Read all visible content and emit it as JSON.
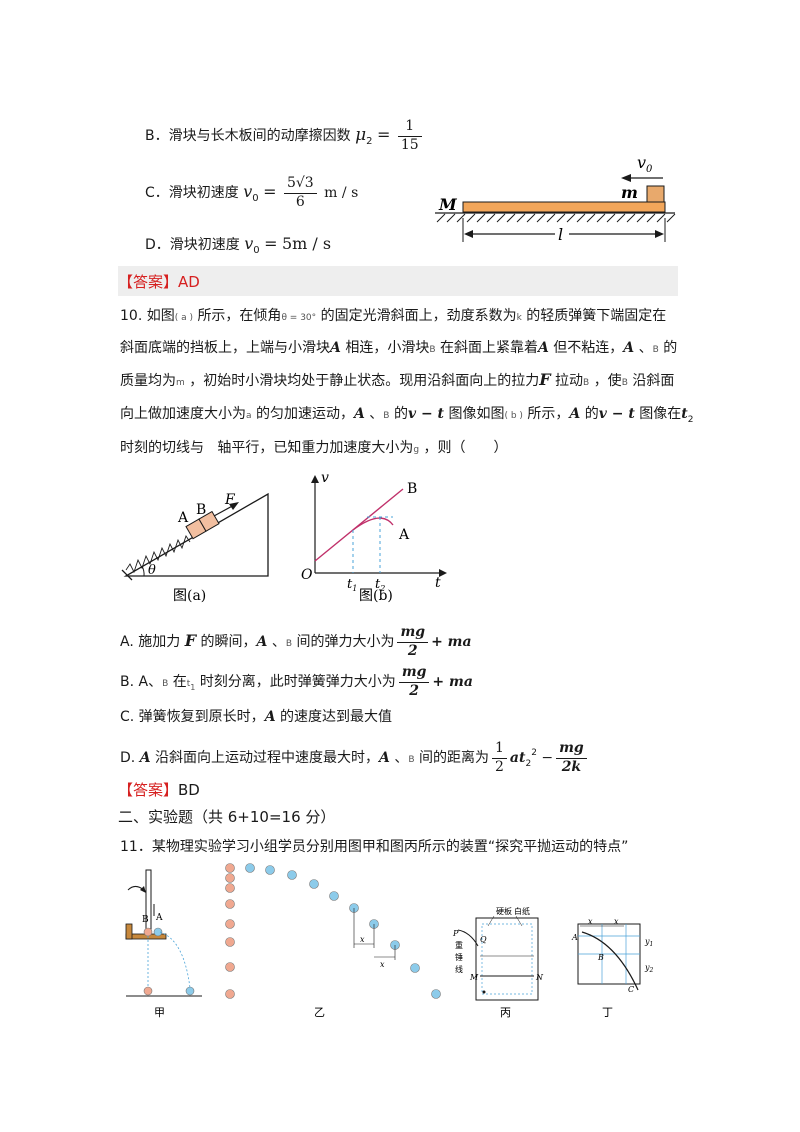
{
  "q9_options": {
    "B": {
      "label": "B．滑块与长木板间的动摩擦因数",
      "sym": "μ",
      "sub": "2",
      "eq": "=",
      "num": "1",
      "den": "15"
    },
    "C": {
      "label": "C．滑块初速度",
      "sym": "v",
      "sub": "0",
      "eq": "=",
      "num": "5√3",
      "den": "6",
      "unit": "m / s"
    },
    "D": {
      "label": "D．滑块初速度",
      "sym": "v",
      "sub": "0",
      "eq": "=",
      "val": "5m / s"
    }
  },
  "q9_figure": {
    "label_M": "M",
    "label_m": "m",
    "label_v": "v",
    "label_v_sub": "0",
    "label_l": "l"
  },
  "answer1": {
    "tag": "【答案】",
    "value": "AD"
  },
  "q10": {
    "line1": {
      "pre": "10. 如图",
      "fig": "( a )",
      "mid": "所示，在倾角",
      "angle": "θ = 30°",
      "post": "的固定光滑斜面上，劲度系数为",
      "k": "k",
      "post2": "的轻质弹簧下端固定在"
    },
    "line2": {
      "p1": "斜面底端的挡板上，上端与小滑块",
      "A": "A",
      "p2": "相连，小滑块",
      "B": "B",
      "p3": "在斜面上紧靠着",
      "A2": "A",
      "p4": "但不粘连，",
      "A3": "A",
      "sep": "、",
      "B2": "B",
      "p5": "的"
    },
    "line3": {
      "p1": "质量均为",
      "m": "m",
      "p2": "，初始时小滑块均处于静止状态。现用沿斜面向上的拉力",
      "F": "F",
      "p3": "拉动",
      "B": "B",
      "p4": "，使",
      "B2": "B",
      "p5": "沿斜面"
    },
    "line4": {
      "p1": "向上做加速度大小为",
      "a": "a",
      "p2": "的匀加速运动，",
      "A": "A",
      "sep": "、",
      "B": "B",
      "p3": "的",
      "vt": "v − t",
      "p4": "图像如图",
      "fig": "( b )",
      "p5": "所示，",
      "A2": "A",
      "p6": "的",
      "vt2": "v − t",
      "p7": "图像在",
      "t": "t",
      "t_sub": "2"
    },
    "line5": {
      "p1": "时刻的切线与",
      "p2": "轴平行，已知重力加速度大小为",
      "g": "g",
      "p3": "，则（　　）"
    }
  },
  "figA": {
    "A": "A",
    "B": "B",
    "F": "F",
    "theta": "θ",
    "caption": "图(a)"
  },
  "figB": {
    "v": "v",
    "B": "B",
    "A": "A",
    "O": "O",
    "t1": "t",
    "t1_sub": "1",
    "t2": "t",
    "t2_sub": "2",
    "t": "t",
    "caption": "图(b)"
  },
  "q10_options": {
    "A": {
      "p1": "A. 施加力",
      "F": "F",
      "p2": "的瞬间，",
      "A": "A",
      "sep": "、",
      "B": "B",
      "p3": "间的弹力大小为",
      "num": "mg",
      "den": "2",
      "tail": "+ ma"
    },
    "B": {
      "p1": "B. A、",
      "B": "B",
      "p2": "在",
      "t": "t",
      "t_sub": "1",
      "p3": "时刻分离，此时弹簧弹力大小为",
      "num": "mg",
      "den": "2",
      "tail": "+ ma"
    },
    "C": {
      "p1": "C. 弹簧恢复到原长时，",
      "A": "A",
      "p2": "的速度达到最大值"
    },
    "D": {
      "p1": "D.",
      "A": "A",
      "p2": "沿斜面向上运动过程中速度最大时，",
      "A2": "A",
      "sep": "、",
      "B": "B",
      "p3": "间的距离为",
      "num1": "1",
      "den1": "2",
      "mid": "at",
      "mid_sub": "2",
      "mid_sup": "2",
      "minus": "−",
      "num2": "mg",
      "den2": "2k"
    }
  },
  "answer2": {
    "tag": "【答案】",
    "value": "BD"
  },
  "section2": {
    "title": "二、实验题（共 6+10=16 分）"
  },
  "q11": {
    "text": "11．某物理实验学习小组学员分别用图甲和图丙所示的装置“探究平抛运动的特点”"
  },
  "exp_figs": {
    "jia": {
      "caption": "甲",
      "B": "B",
      "A": "A"
    },
    "yi": {
      "caption": "乙",
      "x1": "x",
      "x2": "x"
    },
    "bing": {
      "caption": "丙",
      "l1": "硬板",
      "l2": "白纸",
      "P": "P",
      "Q": "Q",
      "zhong": "重",
      "chui": "锤",
      "xian": "线",
      "M": "M",
      "N": "N"
    },
    "ding": {
      "caption": "丁",
      "x1": "x",
      "x2": "x",
      "A": "A",
      "B": "B",
      "C": "C",
      "y1": "y",
      "y1_sub": "1",
      "y2": "y",
      "y2_sub": "2"
    }
  },
  "colors": {
    "answer": "#d62020",
    "board": "#f2a65a",
    "block": "#e8a96c",
    "curveA": "#c0306a",
    "lineB": "#c0306a",
    "dash": "#4aa3d8",
    "ball": "#8ccbea",
    "ball_red": "#f0a890"
  }
}
